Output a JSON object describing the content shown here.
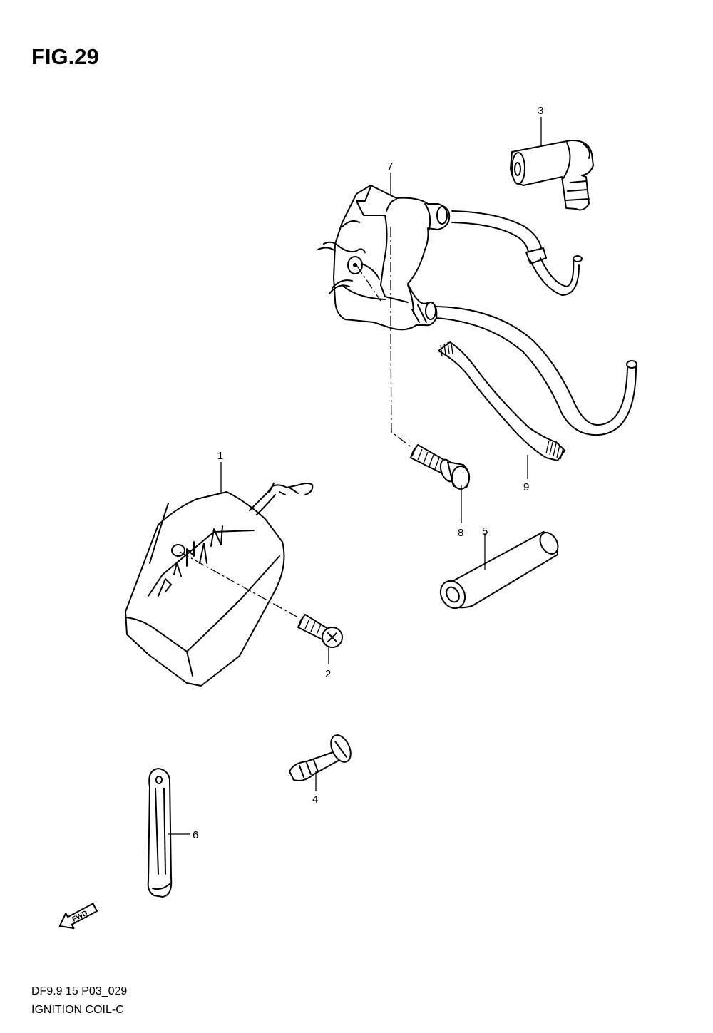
{
  "figure": {
    "title": "FIG.29"
  },
  "footer": {
    "code": "DF9.9 15 P03_029",
    "caption": "IGNITION COIL-C"
  },
  "fwd_label": "FWD",
  "callouts": [
    "1",
    "2",
    "3",
    "4",
    "5",
    "6",
    "7",
    "8",
    "9"
  ]
}
